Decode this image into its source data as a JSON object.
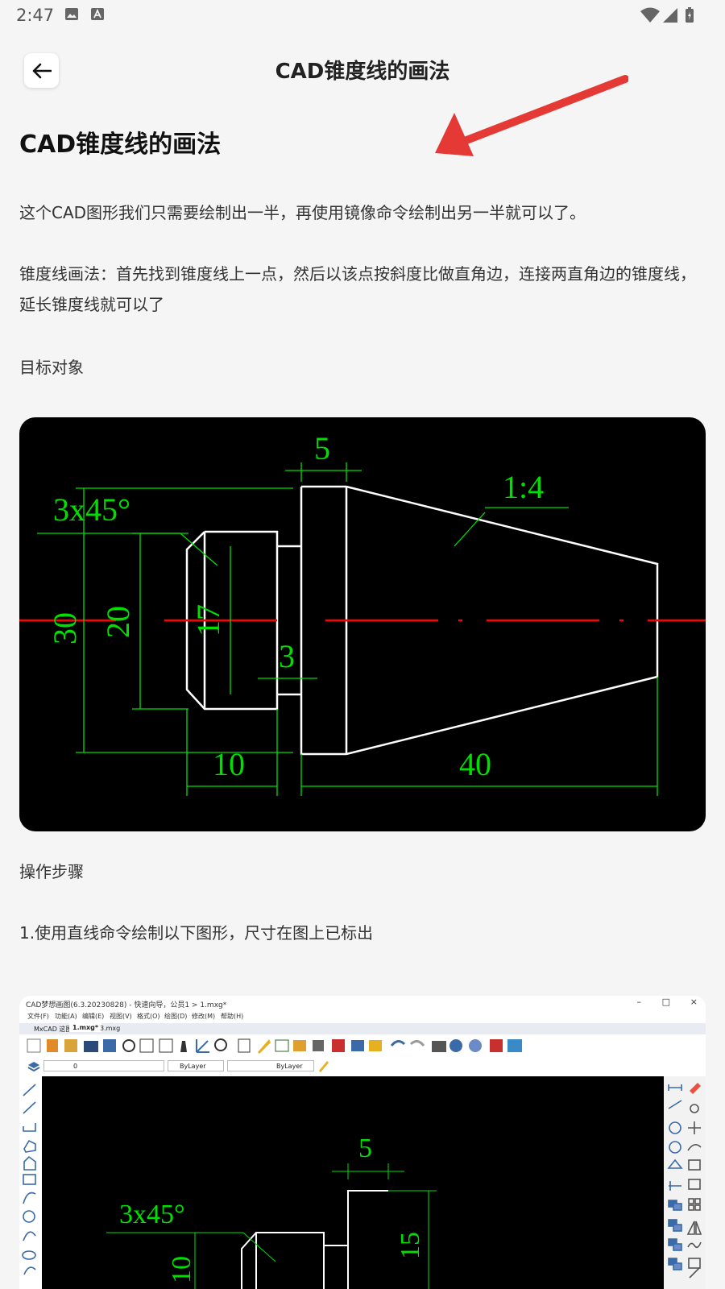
{
  "status": {
    "time": "2:47"
  },
  "header": {
    "title": "CAD锥度线的画法"
  },
  "article": {
    "title": "CAD锥度线的画法",
    "paragraphs": [
      "这个CAD图形我们只需要绘制出一半，再使用镜像命令绘制出另一半就可以了。",
      "锥度线画法：首先找到锥度线上一点，然后以该点按斜度比做直角边，连接两直角边的锥度线，延长锥度线就可以了",
      "目标对象",
      "操作步骤",
      "1.使用直线命令绘制以下图形，尺寸在图上已标出"
    ]
  },
  "figure1": {
    "dims": {
      "d5": "5",
      "ratio": "1:4",
      "chamfer": "3x45°",
      "d30": "30",
      "d20": "20",
      "d17": "17",
      "d3": "3",
      "d10": "10",
      "d40": "40"
    }
  },
  "figure2": {
    "window_title": "CAD梦想画图(6.3.20230828) - 快速向导，公员1 >    1.mxg*",
    "menus": [
      "文件(F)",
      "功能(A)",
      "编辑(E)",
      "视图(V)",
      "格式(O)",
      "绘图(D)",
      "修改(M)",
      "帮助(H)"
    ],
    "tabs": [
      "MxCAD 这图",
      "1.mxg*",
      "3.mxg"
    ],
    "layer_value": "0",
    "color_value": "ByLayer",
    "linetype_value": "ByLayer",
    "dims": {
      "d5": "5",
      "chamfer": "3x45°",
      "d15": "15",
      "d10": "10"
    }
  },
  "colors": {
    "accent_arrow": "#e53935",
    "cad_green": "#00ff00",
    "cad_red": "#ff0000"
  }
}
